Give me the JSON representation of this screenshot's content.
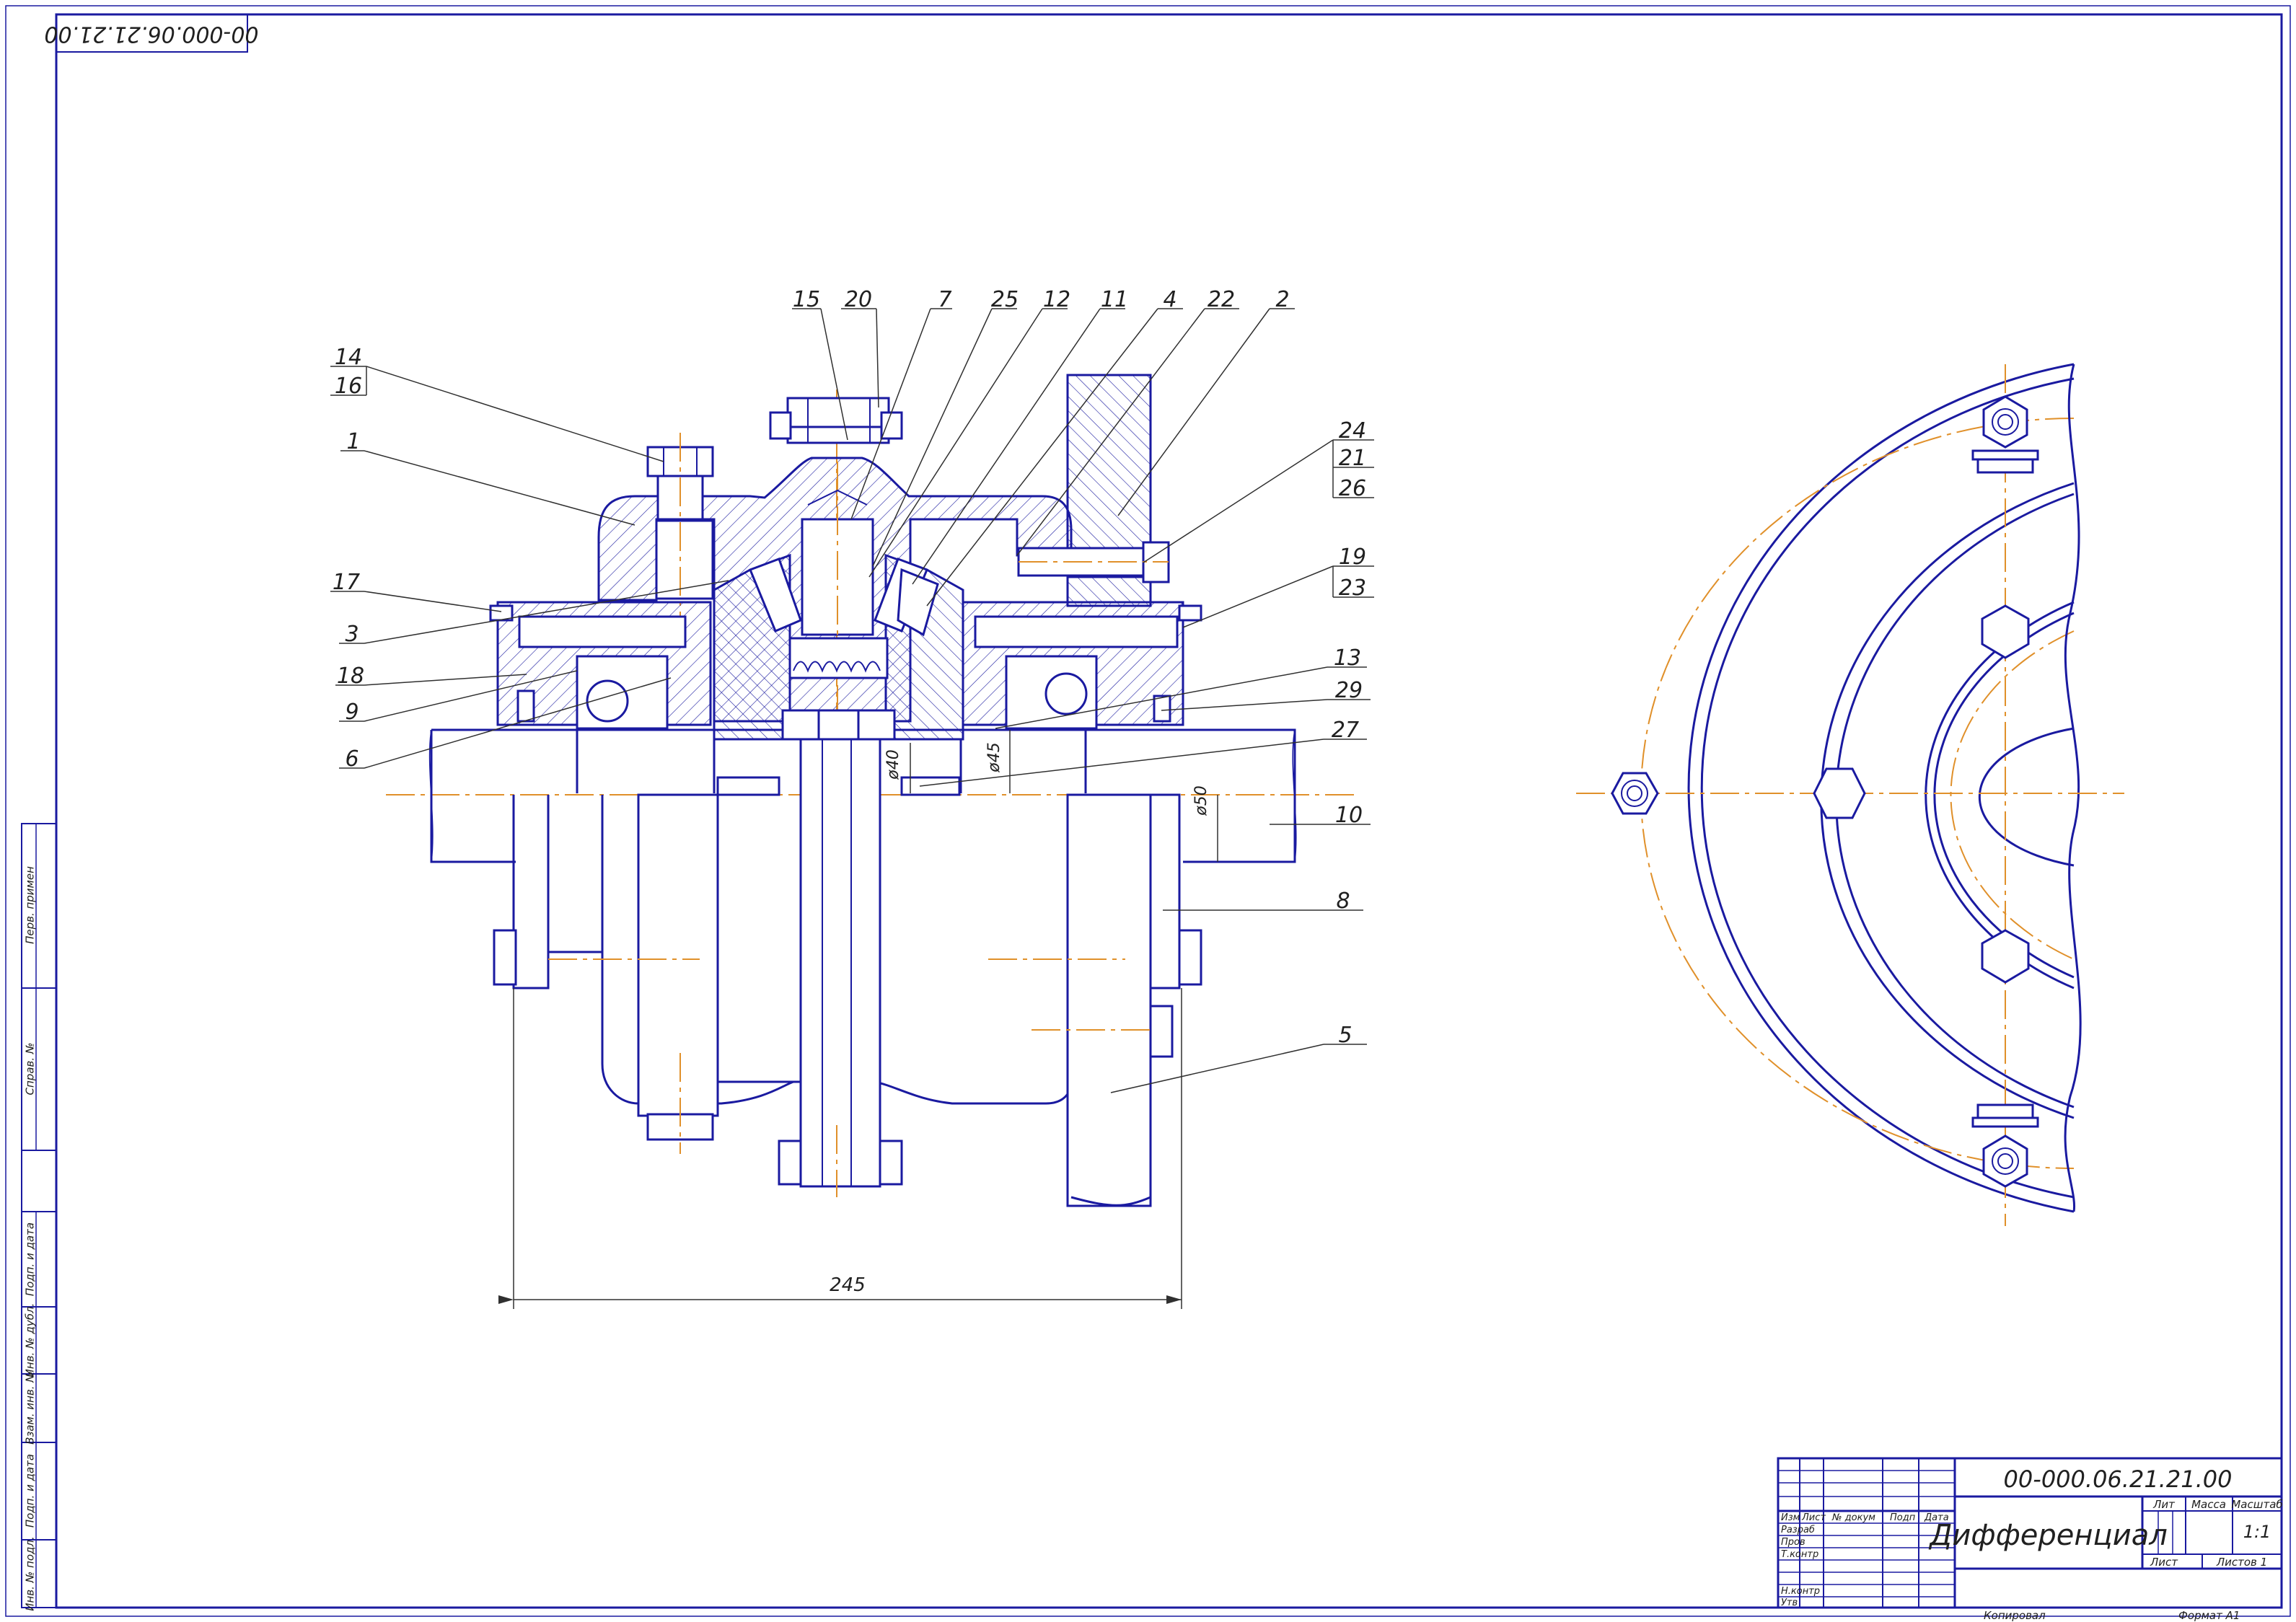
{
  "drawing": {
    "code_rotated": "00-000.06.21.21.00",
    "code": "00-000.06.21.21.00",
    "title": "Дифференциал",
    "dims": {
      "d40": "ø40",
      "d45": "ø45",
      "d50": "ø50",
      "len": "245"
    },
    "callouts": [
      "15",
      "20",
      "7",
      "25",
      "12",
      "11",
      "4",
      "22",
      "2",
      "14",
      "16",
      "1",
      "24",
      "21",
      "26",
      "17",
      "3",
      "19",
      "23",
      "18",
      "13",
      "9",
      "29",
      "6",
      "27",
      "10",
      "8",
      "5"
    ]
  },
  "titleblock": {
    "izm": "Изм",
    "list": "Лист",
    "ndoc": "№ докум",
    "podp": "Подп",
    "data": "Дата",
    "razrab": "Разраб",
    "prov": "Пров",
    "tkontr": "Т.контр",
    "nkontr": "Н.контр",
    "utv": "Утв",
    "lit": "Лит",
    "massa": "Масса",
    "masshtab": "Масштаб",
    "scale": "1:1",
    "list2": "Лист",
    "listov": "Листов 1",
    "kopiroval": "Копировал",
    "format": "Формат  А1"
  },
  "sidebar": {
    "perv": "Перв. примен",
    "sprav": "Справ. №",
    "podp1": "Подп. и дата",
    "inv_dubl": "Инв. № дубл.",
    "vzam": "Взам. инв. №",
    "podp2": "Подп. и дата",
    "inv_podl": "Инв. № подл."
  }
}
